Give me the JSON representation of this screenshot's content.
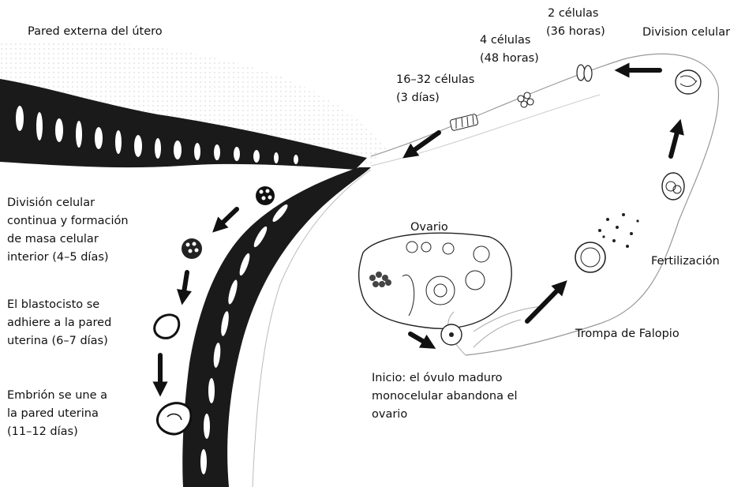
{
  "labels": {
    "outer_wall": "Pared externa del útero",
    "two_cells": [
      "2 células",
      "(36 horas)"
    ],
    "four_cells": [
      "4 células",
      "(48 horas)"
    ],
    "sixteen_cells": [
      "16–32 células",
      "(3 días)"
    ],
    "division": "Division celular",
    "continuous_division": [
      "División celular",
      "continua y formación",
      "de masa celular",
      "interior (4–5 días)"
    ],
    "blastocyst": [
      "El blastocisto se",
      "adhiere a la pared",
      "uterina (6–7 días)"
    ],
    "embryo": [
      "Embrión se une a",
      "la pared uterina",
      "(11–12 días)"
    ],
    "ovary": "Ovario",
    "fertilization": "Fertilización",
    "fallopian_tube": "Trompa de Falopio",
    "start": [
      "Inicio: el óvulo maduro",
      "monocelular abandona el",
      "ovario"
    ]
  },
  "colors": {
    "ink": "#111111",
    "wall": "#1a1a1a",
    "paper": "#ffffff"
  }
}
